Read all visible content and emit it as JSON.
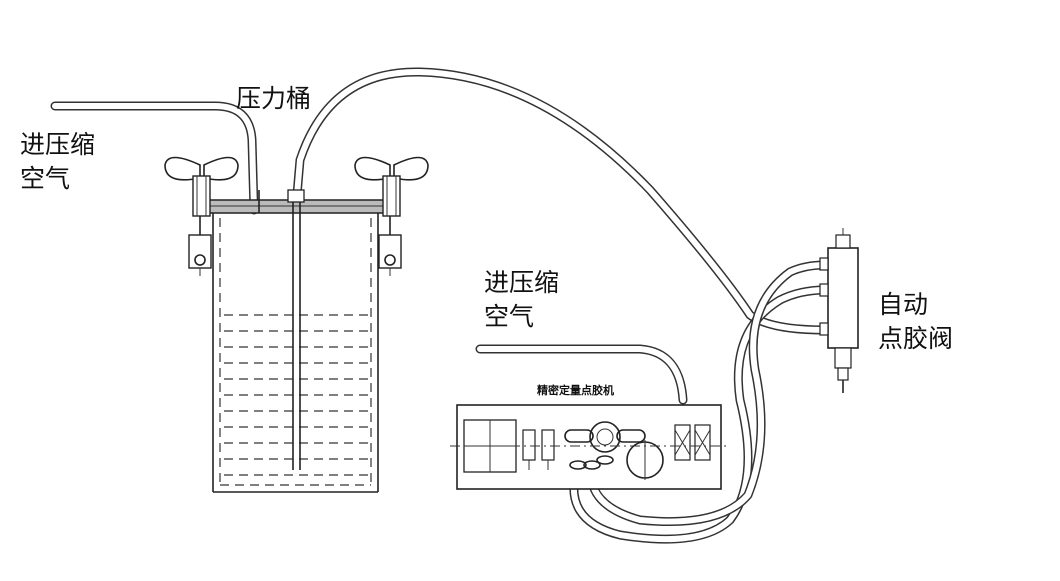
{
  "labels": {
    "inlet_air_left": [
      "进压缩",
      "空气"
    ],
    "pressure_tank": "压力桶",
    "inlet_air_mid": [
      "进压缩",
      "空气"
    ],
    "auto_valve": [
      "自动",
      "点胶阀"
    ],
    "dispenser": "精密定量点胶机"
  }
}
